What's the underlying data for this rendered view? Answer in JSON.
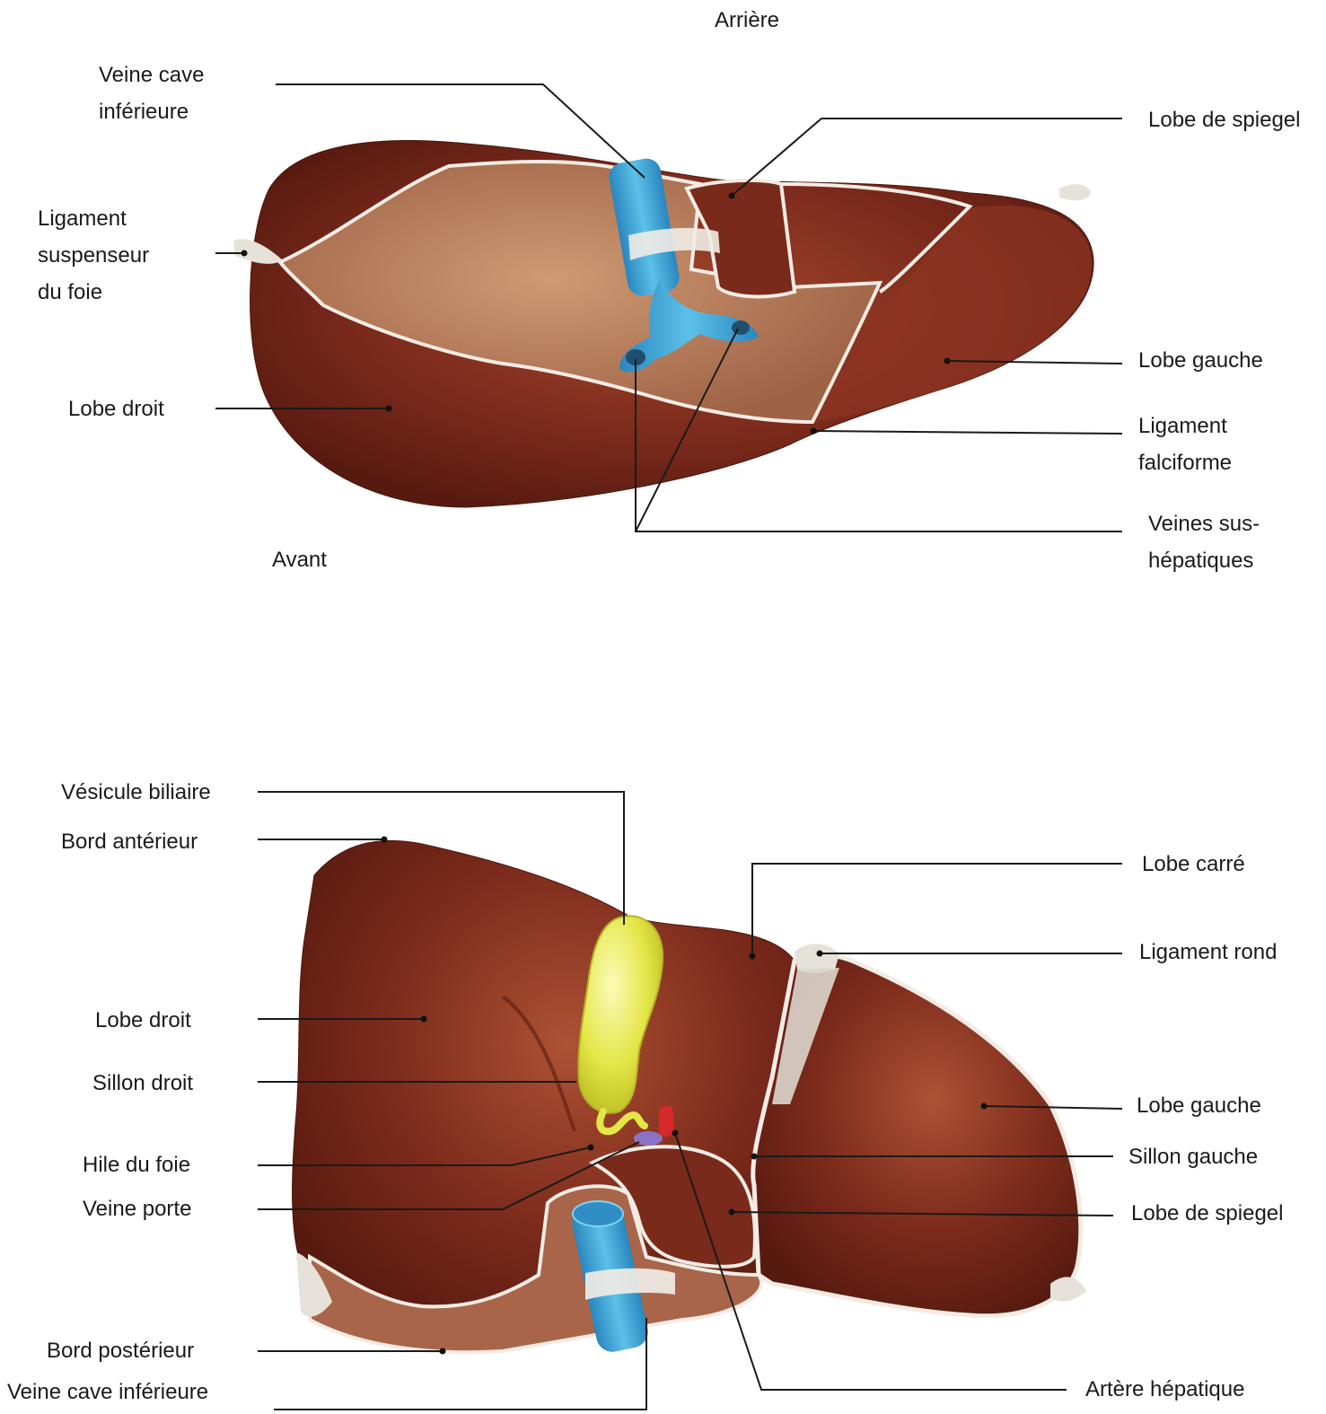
{
  "top_view": {
    "orientation_top": "Arrière",
    "orientation_bottom": "Avant",
    "labels": {
      "veine_cave_inferieure": [
        "Veine cave",
        "inférieure"
      ],
      "lobe_de_spiegel": [
        "Lobe de spiegel"
      ],
      "ligament_suspenseur": [
        "Ligament",
        "suspenseur",
        "du foie"
      ],
      "lobe_gauche": [
        "Lobe gauche"
      ],
      "lobe_droit": [
        "Lobe droit"
      ],
      "ligament_falciforme": [
        "Ligament",
        "falciforme"
      ],
      "veines_sus_hepatiques": [
        "Veines sus-",
        "hépatiques"
      ]
    }
  },
  "bottom_view": {
    "labels": {
      "vesicule_biliaire": "Vésicule biliaire",
      "bord_anterieur": "Bord antérieur",
      "lobe_carre": "Lobe carré",
      "ligament_rond": "Ligament rond",
      "lobe_droit": "Lobe droit",
      "sillon_droit": "Sillon droit",
      "lobe_gauche": "Lobe gauche",
      "sillon_gauche": "Sillon gauche",
      "hile_du_foie": "Hile du foie",
      "veine_porte": "Veine porte",
      "lobe_de_spiegel": "Lobe de spiegel",
      "bord_posterieur": "Bord postérieur",
      "artere_hepatique": "Artère hépatique",
      "veine_cave_inferieure": "Veine cave inférieure"
    }
  },
  "colors": {
    "liver": "#7a2a1c",
    "liver_dark": "#5e1d12",
    "liver_light": "#a0452d",
    "ligament_area": "#b47a5a",
    "vena_cava": "#3da3d6",
    "gallbladder": "#e6e84a",
    "artery": "#d8282a",
    "portal_vein": "#8a73c2",
    "leader_line": "#1a1a1a"
  }
}
